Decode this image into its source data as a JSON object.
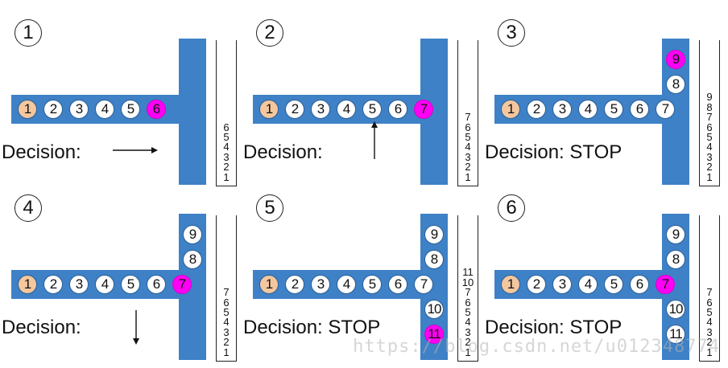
{
  "panels": [
    {
      "number": "1",
      "balls": [
        {
          "label": "1",
          "kind": "orange",
          "row": "h",
          "slot": 0
        },
        {
          "label": "2",
          "kind": "white",
          "row": "h",
          "slot": 1
        },
        {
          "label": "3",
          "kind": "white",
          "row": "h",
          "slot": 2
        },
        {
          "label": "4",
          "kind": "white",
          "row": "h",
          "slot": 3
        },
        {
          "label": "5",
          "kind": "white",
          "row": "h",
          "slot": 4
        },
        {
          "label": "6",
          "kind": "magenta",
          "row": "h",
          "slot": 5
        }
      ],
      "stack": [
        "6",
        "5",
        "4",
        "3",
        "2",
        "1"
      ],
      "decision": "Decision:",
      "arrow": "right"
    },
    {
      "number": "2",
      "balls": [
        {
          "label": "1",
          "kind": "orange",
          "row": "h",
          "slot": 0
        },
        {
          "label": "2",
          "kind": "white",
          "row": "h",
          "slot": 1
        },
        {
          "label": "3",
          "kind": "white",
          "row": "h",
          "slot": 2
        },
        {
          "label": "4",
          "kind": "white",
          "row": "h",
          "slot": 3
        },
        {
          "label": "5",
          "kind": "white",
          "row": "h",
          "slot": 4
        },
        {
          "label": "6",
          "kind": "white",
          "row": "h",
          "slot": 5
        },
        {
          "label": "7",
          "kind": "magenta",
          "row": "h",
          "slot": 6
        }
      ],
      "stack": [
        "7",
        "6",
        "5",
        "4",
        "3",
        "2",
        "1"
      ],
      "decision": "Decision:",
      "arrow": "up"
    },
    {
      "number": "3",
      "balls": [
        {
          "label": "1",
          "kind": "orange",
          "row": "h",
          "slot": 0
        },
        {
          "label": "2",
          "kind": "white",
          "row": "h",
          "slot": 1
        },
        {
          "label": "3",
          "kind": "white",
          "row": "h",
          "slot": 2
        },
        {
          "label": "4",
          "kind": "white",
          "row": "h",
          "slot": 3
        },
        {
          "label": "5",
          "kind": "white",
          "row": "h",
          "slot": 4
        },
        {
          "label": "6",
          "kind": "white",
          "row": "h",
          "slot": 5
        },
        {
          "label": "7",
          "kind": "white",
          "row": "h",
          "slot": 6
        },
        {
          "label": "8",
          "kind": "white",
          "row": "v",
          "slot": -1
        },
        {
          "label": "9",
          "kind": "magenta",
          "row": "v",
          "slot": -2
        }
      ],
      "stack": [
        "9",
        "8",
        "7",
        "6",
        "5",
        "4",
        "3",
        "2",
        "1"
      ],
      "decision": "Decision: STOP",
      "arrow": "none"
    },
    {
      "number": "4",
      "balls": [
        {
          "label": "1",
          "kind": "orange",
          "row": "h",
          "slot": 0
        },
        {
          "label": "2",
          "kind": "white",
          "row": "h",
          "slot": 1
        },
        {
          "label": "3",
          "kind": "white",
          "row": "h",
          "slot": 2
        },
        {
          "label": "4",
          "kind": "white",
          "row": "h",
          "slot": 3
        },
        {
          "label": "5",
          "kind": "white",
          "row": "h",
          "slot": 4
        },
        {
          "label": "6",
          "kind": "white",
          "row": "h",
          "slot": 5
        },
        {
          "label": "7",
          "kind": "magenta",
          "row": "h",
          "slot": 6
        },
        {
          "label": "8",
          "kind": "white",
          "row": "v",
          "slot": -1
        },
        {
          "label": "9",
          "kind": "white",
          "row": "v",
          "slot": -2
        }
      ],
      "stack": [
        "7",
        "6",
        "5",
        "4",
        "3",
        "2",
        "1"
      ],
      "decision": "Decision:",
      "arrow": "down"
    },
    {
      "number": "5",
      "balls": [
        {
          "label": "1",
          "kind": "orange",
          "row": "h",
          "slot": 0
        },
        {
          "label": "2",
          "kind": "white",
          "row": "h",
          "slot": 1
        },
        {
          "label": "3",
          "kind": "white",
          "row": "h",
          "slot": 2
        },
        {
          "label": "4",
          "kind": "white",
          "row": "h",
          "slot": 3
        },
        {
          "label": "5",
          "kind": "white",
          "row": "h",
          "slot": 4
        },
        {
          "label": "6",
          "kind": "white",
          "row": "h",
          "slot": 5
        },
        {
          "label": "7",
          "kind": "white",
          "row": "h",
          "slot": 6
        },
        {
          "label": "8",
          "kind": "white",
          "row": "v",
          "slot": -1
        },
        {
          "label": "9",
          "kind": "white",
          "row": "v",
          "slot": -2
        },
        {
          "label": "10",
          "kind": "white",
          "row": "v",
          "slot": 1
        },
        {
          "label": "11",
          "kind": "magenta",
          "row": "v",
          "slot": 2
        }
      ],
      "stack": [
        "11",
        "10",
        "7",
        "6",
        "5",
        "4",
        "3",
        "2",
        "1"
      ],
      "decision": "Decision: STOP",
      "arrow": "none"
    },
    {
      "number": "6",
      "balls": [
        {
          "label": "1",
          "kind": "orange",
          "row": "h",
          "slot": 0
        },
        {
          "label": "2",
          "kind": "white",
          "row": "h",
          "slot": 1
        },
        {
          "label": "3",
          "kind": "white",
          "row": "h",
          "slot": 2
        },
        {
          "label": "4",
          "kind": "white",
          "row": "h",
          "slot": 3
        },
        {
          "label": "5",
          "kind": "white",
          "row": "h",
          "slot": 4
        },
        {
          "label": "6",
          "kind": "white",
          "row": "h",
          "slot": 5
        },
        {
          "label": "7",
          "kind": "magenta",
          "row": "h",
          "slot": 6
        },
        {
          "label": "8",
          "kind": "white",
          "row": "v",
          "slot": -1
        },
        {
          "label": "9",
          "kind": "white",
          "row": "v",
          "slot": -2
        },
        {
          "label": "10",
          "kind": "white",
          "row": "v",
          "slot": 1
        },
        {
          "label": "11",
          "kind": "white",
          "row": "v",
          "slot": 2
        }
      ],
      "stack": [
        "7",
        "6",
        "5",
        "4",
        "3",
        "2",
        "1"
      ],
      "decision": "Decision: STOP",
      "arrow": "none"
    }
  ],
  "colors": {
    "track": "#3e81c6",
    "start_ball": "#f4c79e",
    "current_ball": "#ff00f4",
    "ball": "#ffffff"
  },
  "watermark": "https://blog.csdn.net/u012348774"
}
